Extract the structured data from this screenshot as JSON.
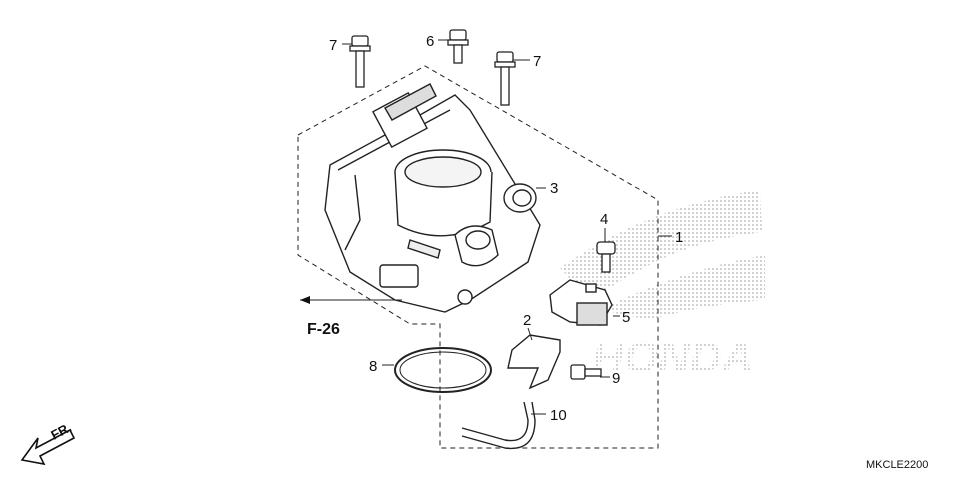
{
  "diagram": {
    "callouts": {
      "c1": "1",
      "c2": "2",
      "c3": "3",
      "c4": "4",
      "c5": "5",
      "c6": "6",
      "c7a": "7",
      "c7b": "7",
      "c8": "8",
      "c9": "9",
      "c10": "10"
    },
    "reference": "F-26",
    "front_marker": "FR.",
    "diagram_code": "MKCLE2200",
    "watermark": "HONDA"
  }
}
